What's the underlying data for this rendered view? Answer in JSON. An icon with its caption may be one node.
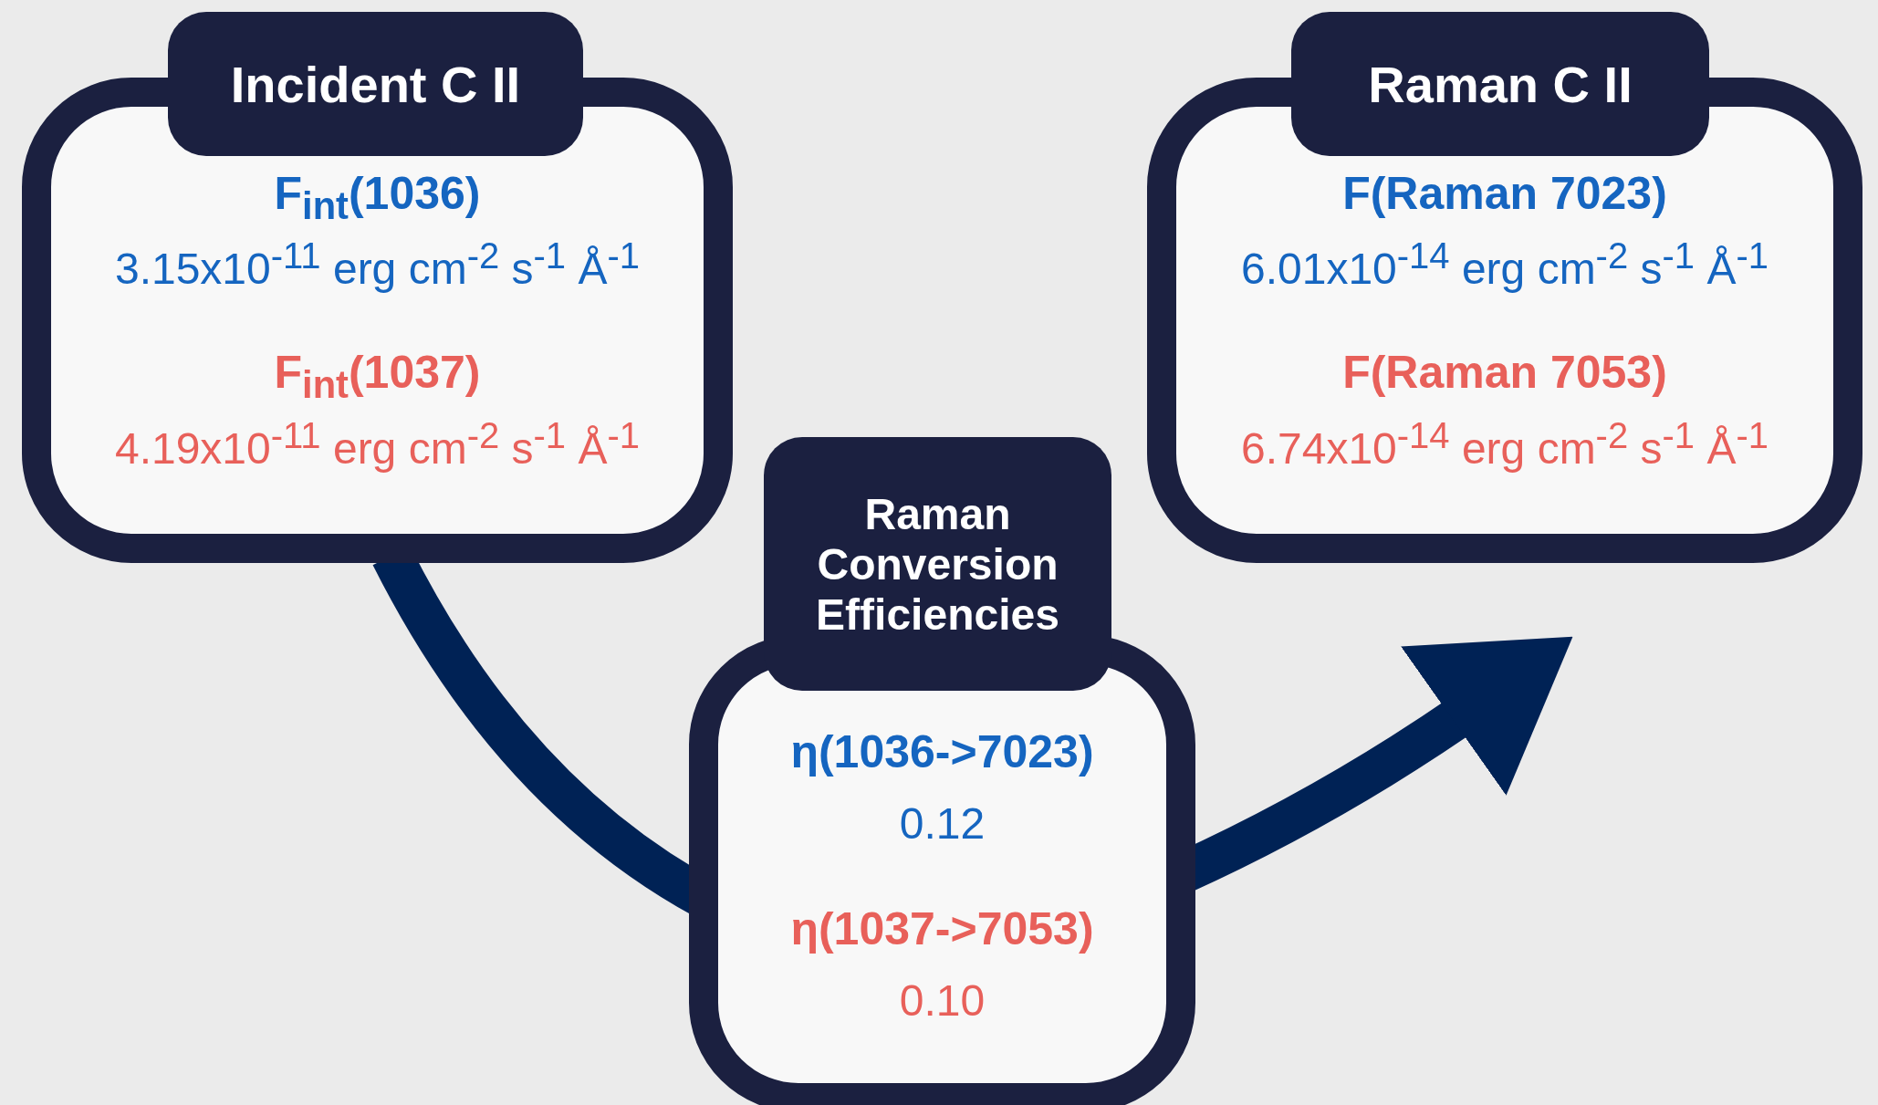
{
  "diagram": {
    "nodes": [
      {
        "text": [
          "Incident C II",
          "F$_{int}$(1036)",
          "3.15x10$^{-11}$ erg cm$^{-2}$ s$^{-1}$ Å$^{-1}$",
          "F$_{int}$(1037)",
          "4.19x10$^{-11}$ erg cm$^{-2}$ s$^{-1}$ Å$^{-1}$"
        ]
      },
      {
        "text": [
          "Raman Conversion Efficiencies",
          "η(1036->7023)",
          "0.12",
          "η(1037->7053)",
          "0.10"
        ]
      },
      {
        "text": [
          "Raman C II",
          "F(Raman 7023)",
          "6.01x10$^{-14}$ erg cm$^{-2}$ s$^{-1}$ Å$^{-1}$",
          "F(Raman 7053)",
          "6.74x10$^{-14}$ erg cm$^{-2}$ s$^{-1}$ Å$^{-1}$"
        ]
      }
    ],
    "edges": [
      {
        "from": 0,
        "to": 1,
        "arrow": "none"
      },
      {
        "from": 1,
        "to": 2,
        "arrow": "to"
      }
    ]
  }
}
